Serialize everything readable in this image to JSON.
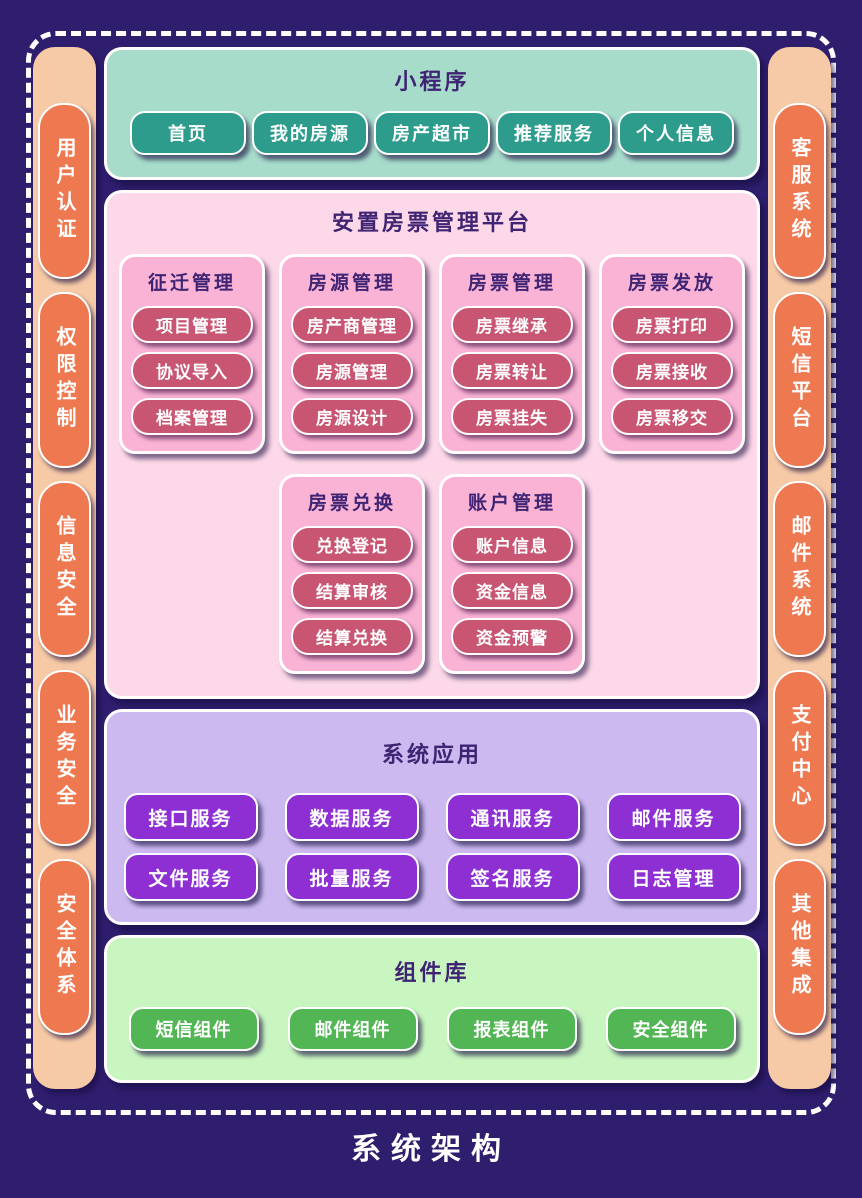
{
  "title": "系统架构",
  "left_rail": {
    "items": [
      "用户认证",
      "权限控制",
      "信息安全",
      "业务安全",
      "安全体系"
    ]
  },
  "right_rail": {
    "items": [
      "客服系统",
      "短信平台",
      "邮件系统",
      "支付中心",
      "其他集成"
    ]
  },
  "mini_program": {
    "title": "小程序",
    "items": [
      "首页",
      "我的房源",
      "房产超市",
      "推荐服务",
      "个人信息"
    ]
  },
  "platform": {
    "title": "安置房票管理平台",
    "cards_row1": [
      {
        "title": "征迁管理",
        "items": [
          "项目管理",
          "协议导入",
          "档案管理"
        ]
      },
      {
        "title": "房源管理",
        "items": [
          "房产商管理",
          "房源管理",
          "房源设计"
        ]
      },
      {
        "title": "房票管理",
        "items": [
          "房票继承",
          "房票转让",
          "房票挂失"
        ]
      },
      {
        "title": "房票发放",
        "items": [
          "房票打印",
          "房票接收",
          "房票移交"
        ]
      }
    ],
    "cards_row2": [
      {
        "title": "房票兑换",
        "items": [
          "兑换登记",
          "结算审核",
          "结算兑换"
        ]
      },
      {
        "title": "账户管理",
        "items": [
          "账户信息",
          "资金信息",
          "资金预警"
        ]
      }
    ]
  },
  "system_apps": {
    "title": "系统应用",
    "items": [
      "接口服务",
      "数据服务",
      "通讯服务",
      "邮件服务",
      "文件服务",
      "批量服务",
      "签名服务",
      "日志管理"
    ]
  },
  "components": {
    "title": "组件库",
    "items": [
      "短信组件",
      "邮件组件",
      "报表组件",
      "安全组件"
    ]
  },
  "colors": {
    "background": "#2f1e6e",
    "frame_border": "#ffffff",
    "rail": "#f6caa6",
    "rail_pill": "#ee7850",
    "mini_panel": "#a7dbca",
    "mini_button": "#2d9c8c",
    "platform_panel": "#fdd8e8",
    "platform_card": "#fab3d5",
    "platform_button": "#c85673",
    "apps_panel": "#cbb9ef",
    "apps_button": "#8e2fd4",
    "components_panel": "#c9f5c0",
    "components_button": "#53b654",
    "heading_text": "#3e2472"
  }
}
